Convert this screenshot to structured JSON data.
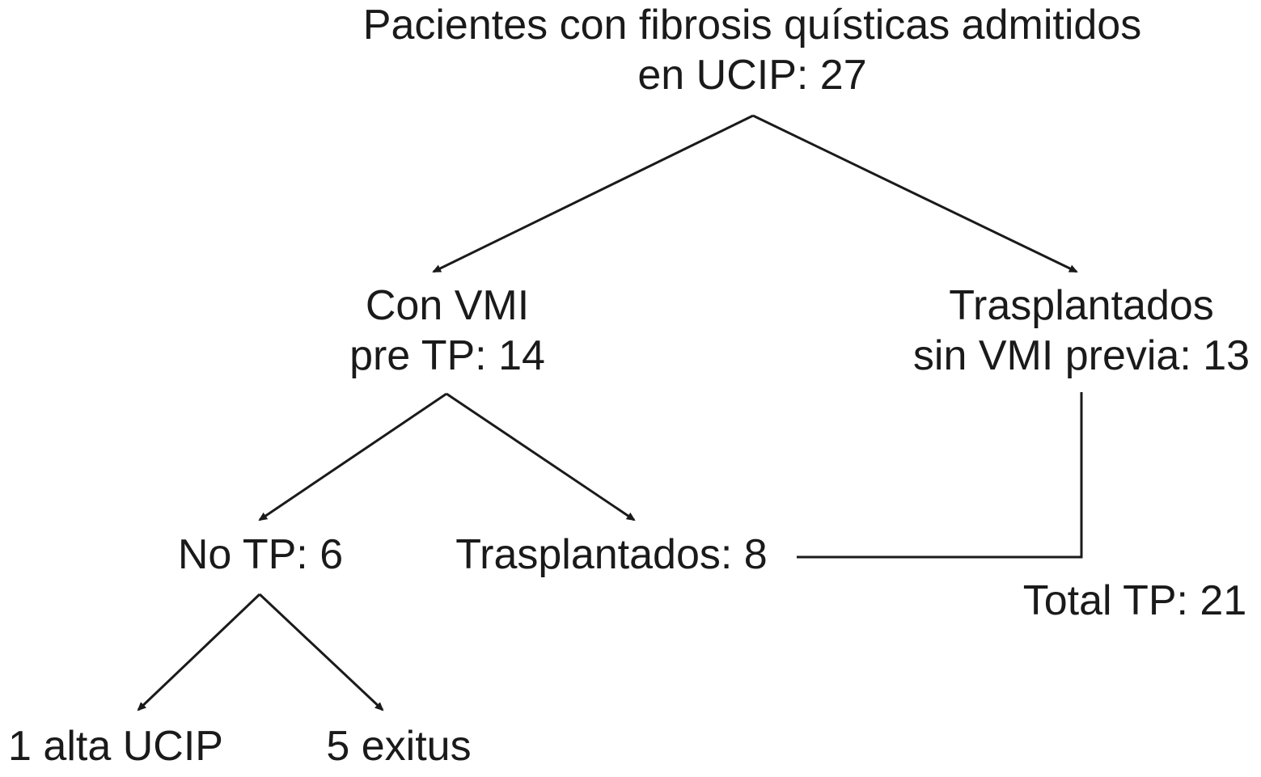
{
  "diagram": {
    "colors": {
      "stroke": "#1a1a1a",
      "text": "#1a1a1a",
      "background": "#ffffff"
    },
    "nodes": {
      "root": {
        "line1": "Pacientes con fibrosis quísticas admitidos",
        "line2": "en UCIP: 27"
      },
      "con_vmi": {
        "line1": "Con VMI",
        "line2": "pre TP: 14"
      },
      "trasplantados_sin_vmi": {
        "line1": "Trasplantados",
        "line2": "sin VMI previa: 13"
      },
      "no_tp": {
        "label": "No TP: 6"
      },
      "trasplantados_8": {
        "label": "Trasplantados: 8"
      },
      "total_tp": {
        "label": "Total TP: 21"
      },
      "alta_ucip": {
        "label": "1 alta UCIP"
      },
      "exitus": {
        "label": "5 exitus"
      }
    },
    "edges": [
      {
        "from": "root",
        "to": "con_vmi",
        "arrow": true
      },
      {
        "from": "root",
        "to": "trasplantados_sin_vmi",
        "arrow": true
      },
      {
        "from": "con_vmi",
        "to": "no_tp",
        "arrow": true
      },
      {
        "from": "con_vmi",
        "to": "trasplantados_8",
        "arrow": true
      },
      {
        "from": "no_tp",
        "to": "alta_ucip",
        "arrow": true
      },
      {
        "from": "no_tp",
        "to": "exitus",
        "arrow": true
      },
      {
        "from": "trasplantados_sin_vmi",
        "to": "trasplantados_8",
        "arrow": false,
        "joins": "total_tp"
      }
    ]
  }
}
